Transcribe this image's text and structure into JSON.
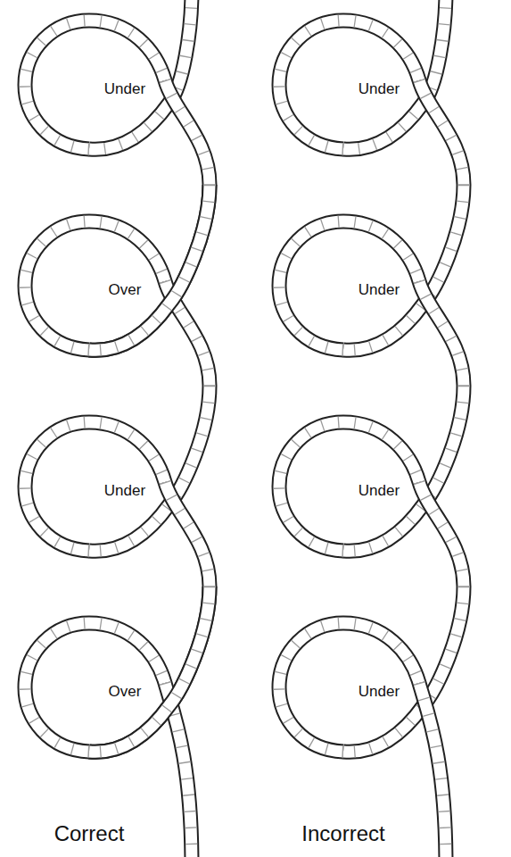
{
  "diagram": {
    "labels": [
      "Under",
      "Over",
      "Under",
      "Over",
      "Under",
      "Under",
      "Under",
      "Under",
      "Correct",
      "Incorrect"
    ]
  }
}
